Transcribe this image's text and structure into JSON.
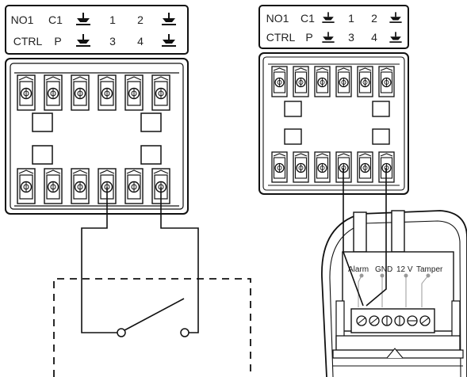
{
  "left_panel": {
    "top_row": [
      "NO1",
      "C1",
      "gnd",
      "1",
      "2",
      "gnd"
    ],
    "bottom_row": [
      "CTRL",
      "P",
      "gnd",
      "3",
      "4",
      "gnd"
    ]
  },
  "right_panel": {
    "top_row": [
      "NO1",
      "C1",
      "gnd",
      "1",
      "2",
      "gnd"
    ],
    "bottom_row": [
      "CTRL",
      "P",
      "gnd",
      "3",
      "4",
      "gnd"
    ]
  },
  "sensor": {
    "labels": [
      "Alarm",
      "GND",
      "12 V",
      "Tamper"
    ]
  },
  "icons": {
    "ground": "ground-icon",
    "screw": "screw-terminal-icon",
    "switch": "switch-icon"
  }
}
